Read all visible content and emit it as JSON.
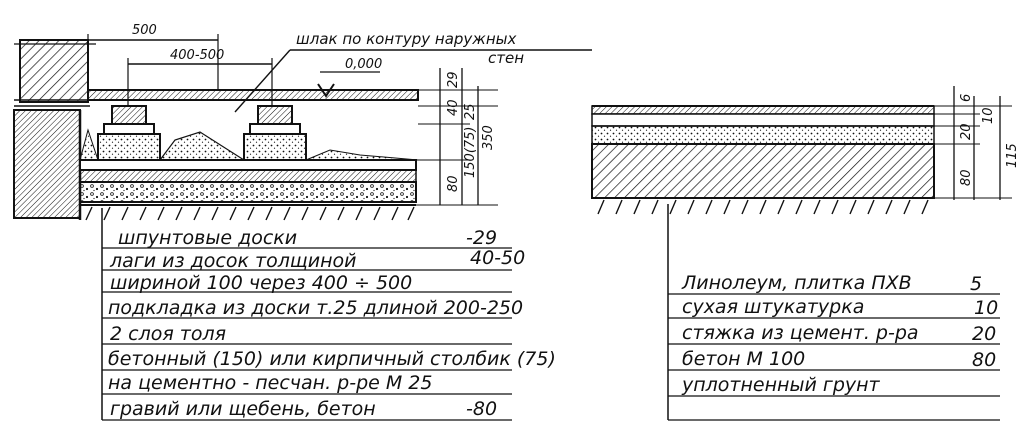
{
  "left_section": {
    "dimensions": {
      "width_overall": "500",
      "joist_spacing": "400-500",
      "level_mark": "0,000",
      "d_29": "29",
      "d_40": "40",
      "d_25": "25",
      "d_350": "350",
      "d_150_75": "150(75)",
      "d_80": "80"
    },
    "note_line1": "шлак по контуру наружных",
    "note_line2": "стен",
    "layers": [
      {
        "text": "шпунтовые доски",
        "value": "-29"
      },
      {
        "text": "лаги из досок толщиной",
        "value": "40-50"
      },
      {
        "text": "шириной 100 через  400 ÷ 500",
        "value": ""
      },
      {
        "text": "подкладка из доски т.25 длиной 200-250",
        "value": ""
      },
      {
        "text": "2 слоя толя",
        "value": ""
      },
      {
        "text": "бетонный (150) или кирпичный столбик (75)",
        "value": ""
      },
      {
        "text": "на цементно - песчан. р-ре М 25",
        "value": ""
      },
      {
        "text": "гравий или щебень, бетон",
        "value": "-80"
      }
    ]
  },
  "right_section": {
    "dimensions": {
      "d_6": "6",
      "d_10": "10",
      "d_20": "20",
      "d_80": "80",
      "d_115": "115"
    },
    "layers": [
      {
        "text": "Линолеум, плитка ПХВ",
        "value": "5"
      },
      {
        "text": "сухая штукатурка",
        "value": "10"
      },
      {
        "text": "стяжка из цемент. р-ра",
        "value": "20"
      },
      {
        "text": "бетон  М 100",
        "value": "80"
      },
      {
        "text": "уплотненный  грунт",
        "value": ""
      }
    ]
  }
}
